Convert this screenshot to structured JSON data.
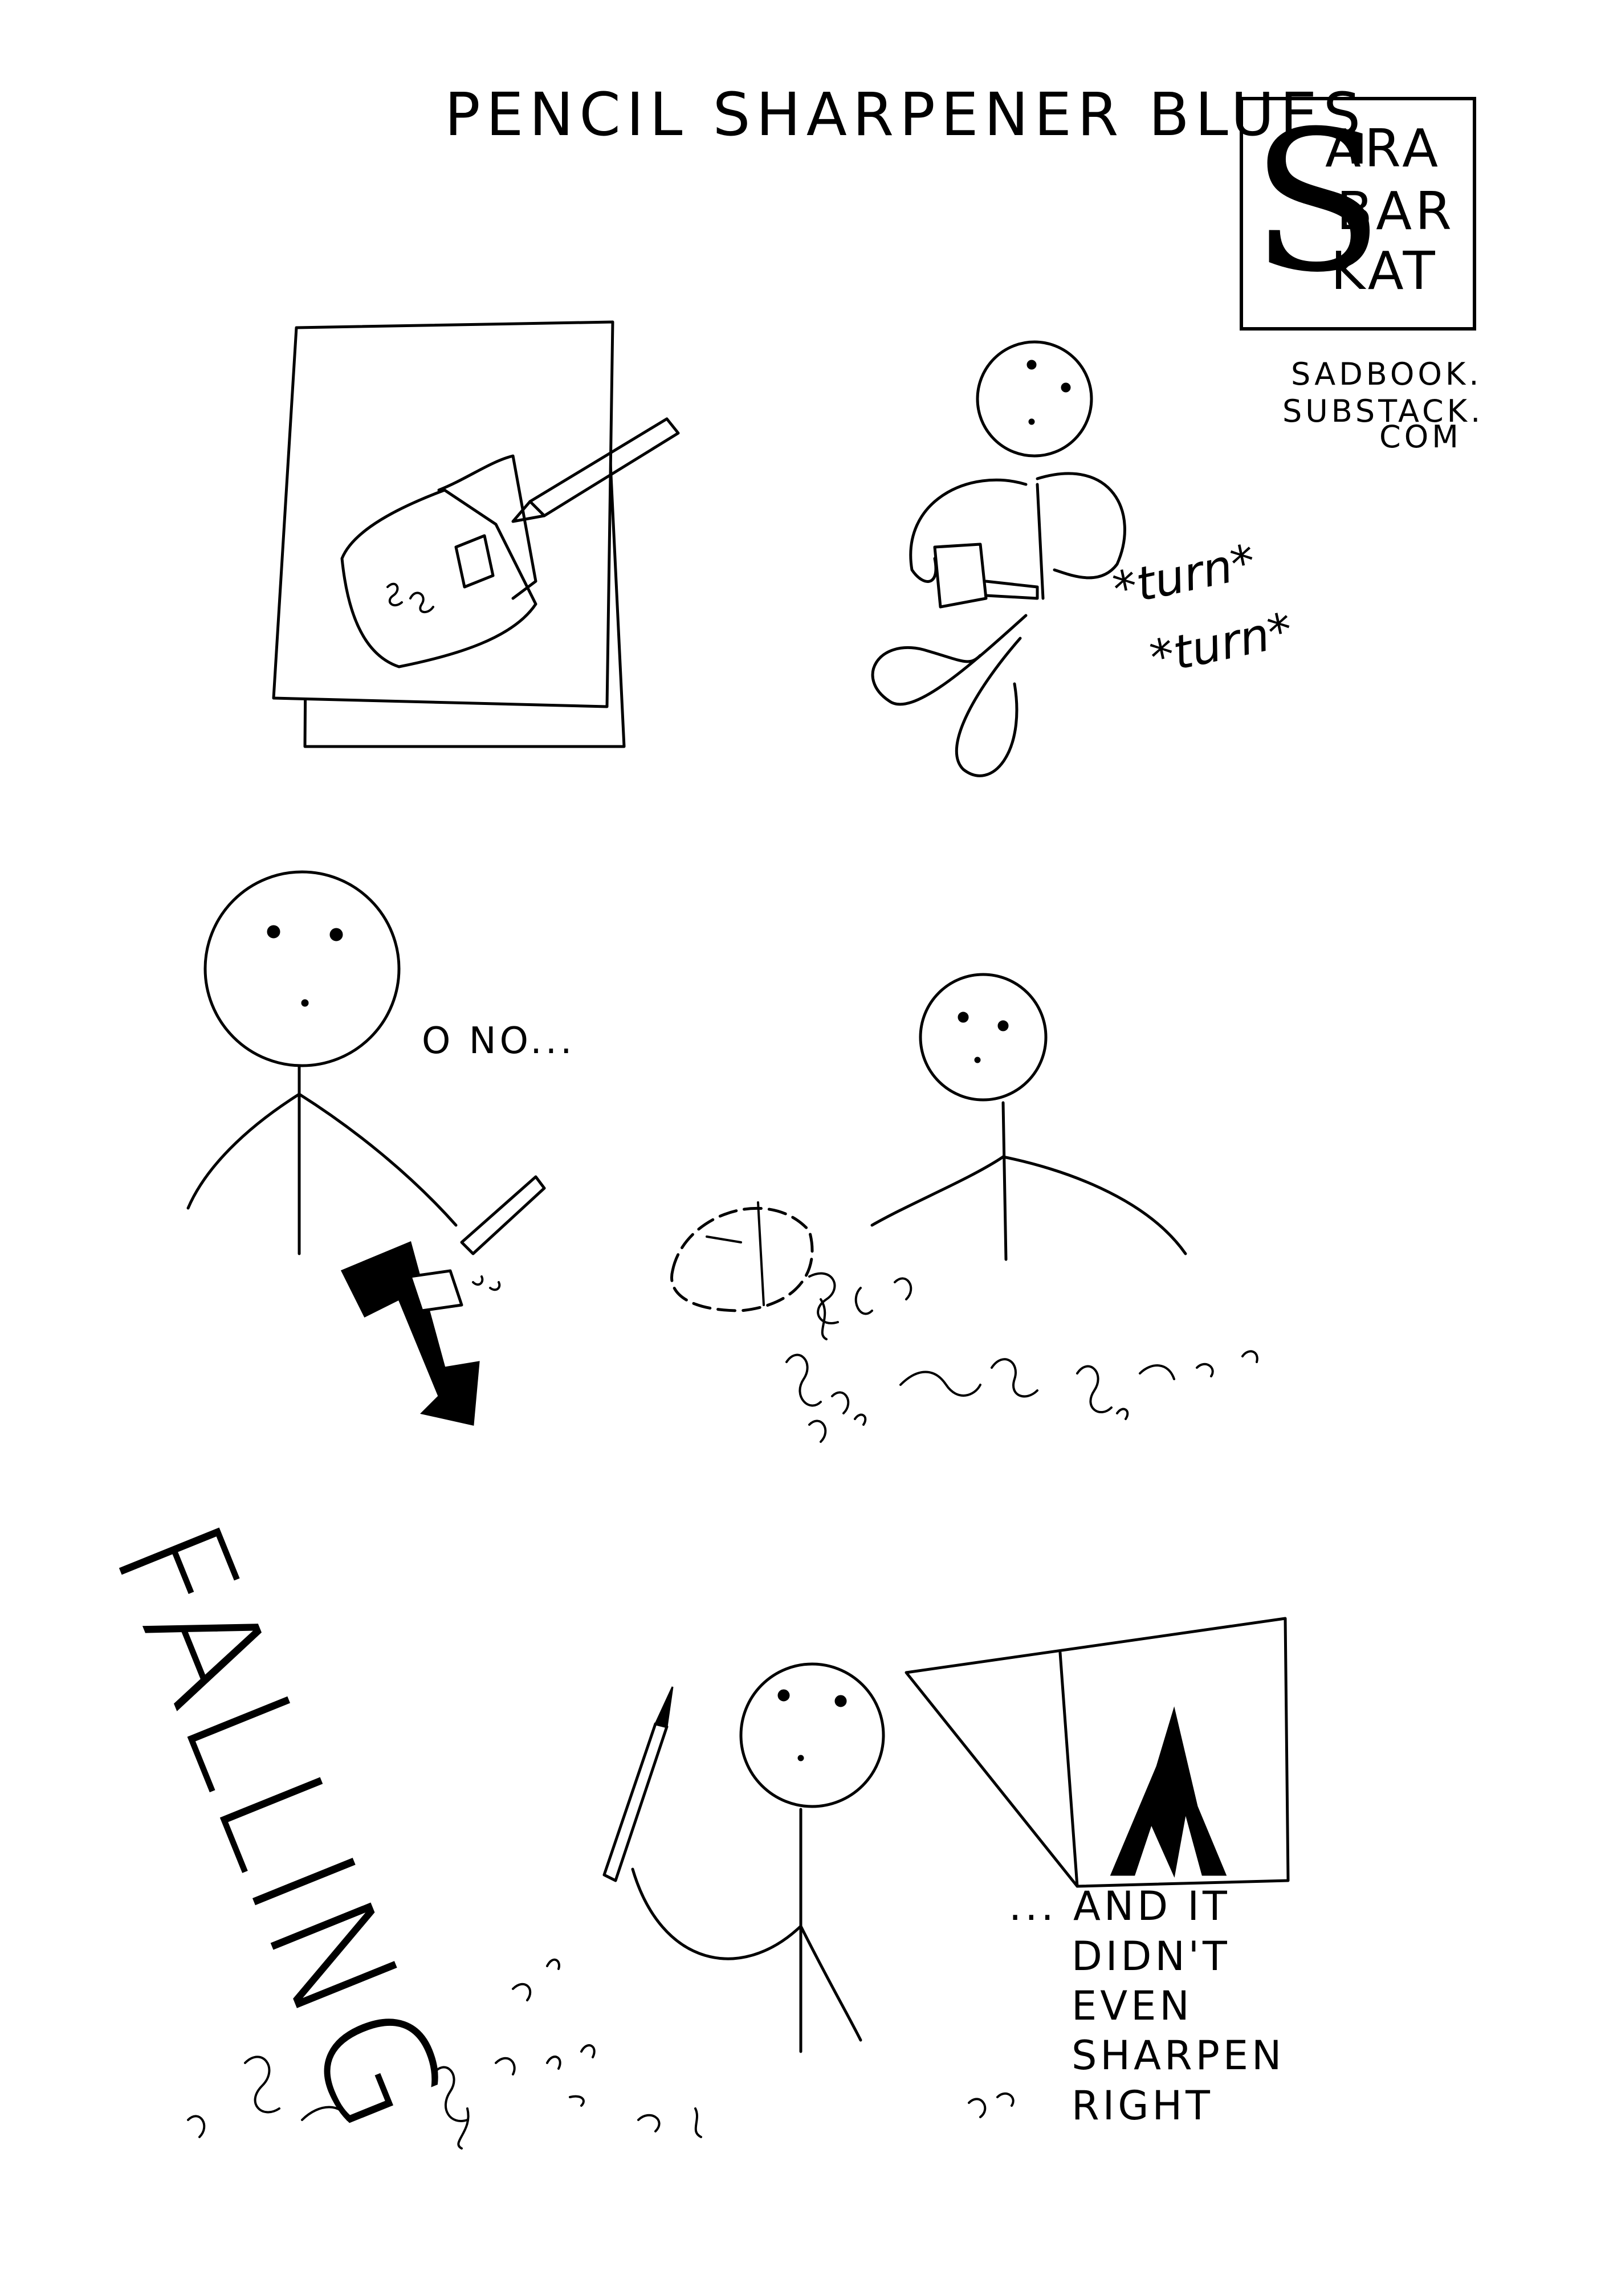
{
  "title": "PENCIL SHARPENER BLUES",
  "logo": {
    "initial": "S",
    "lines": [
      "ARA",
      "BAR",
      "KAT"
    ]
  },
  "url": {
    "lines": [
      "SADBOOK.",
      "SUBSTACK.",
      "COM"
    ]
  },
  "panel2": {
    "sound_1": "*turn*",
    "sound_2": "*turn*"
  },
  "panel3": {
    "speech": "O NO...",
    "action": "FALLING"
  },
  "panel5": {
    "caption_lines": [
      "... AND IT",
      "DIDN'T",
      "EVEN",
      "SHARPEN",
      "RIGHT"
    ]
  }
}
